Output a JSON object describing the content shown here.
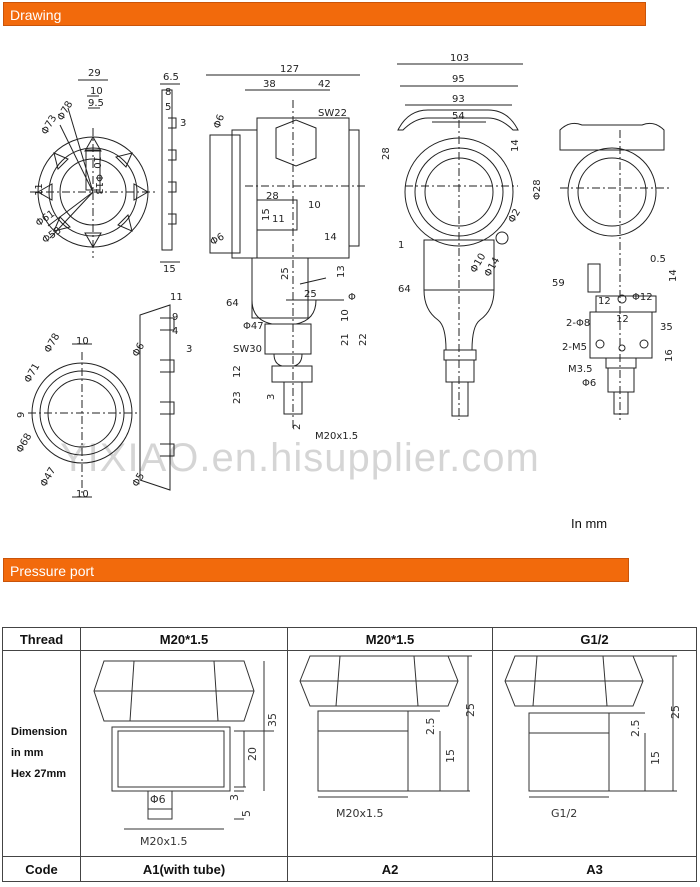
{
  "sections": {
    "drawing": "Drawing",
    "pressure_port": "Pressure port"
  },
  "drawing": {
    "unit_note": "In mm",
    "watermark": "YIXIAO.en.hisupplier.com",
    "front_face_dims": [
      "29",
      "10",
      "9.5",
      "Φ73",
      "Φ78",
      "10",
      "Φ13",
      "Φ61",
      "Φ53",
      "11"
    ],
    "side_dims": [
      "6.5",
      "8",
      "5",
      "3",
      "15"
    ],
    "body_dims": [
      "127",
      "38",
      "42",
      "SW22",
      "Φ6",
      "28",
      "11",
      "10",
      "15",
      "14",
      "25",
      "13",
      "25",
      "Φ",
      "64",
      "10",
      "Φ47",
      "21",
      "22",
      "SW30",
      "12",
      "23",
      "3",
      "2",
      "M20x1.5",
      "Φ6"
    ],
    "front_view_dims": [
      "103",
      "95",
      "93",
      "54",
      "28",
      "1",
      "64",
      "14",
      "Φ28",
      "Φ2",
      "Φ10",
      "Φ14"
    ],
    "bracket_dims": [
      "59",
      "0.5",
      "14",
      "12",
      "Φ12",
      "35",
      "2-Φ8",
      "12",
      "2-M5",
      "M3.5",
      "Φ6",
      "16"
    ],
    "lower_face_dims": [
      "10",
      "Φ78",
      "Φ71",
      "9",
      "Φ68",
      "Φ47",
      "10"
    ],
    "lower_side_dims": [
      "11",
      "9",
      "4",
      "3",
      "Φ6",
      "Φ5"
    ]
  },
  "table": {
    "headers": [
      "Thread",
      "M20*1.5",
      "M20*1.5",
      "G1/2"
    ],
    "dimension_label": [
      "Dimension",
      "in mm",
      "Hex 27mm"
    ],
    "codes": [
      "Code",
      "A1(with tube)",
      "A2",
      "A3"
    ],
    "a1_dims": [
      "20",
      "35",
      "3",
      "5",
      "Φ6",
      "M20x1.5"
    ],
    "a2_dims": [
      "25",
      "2.5",
      "15",
      "M20x1.5"
    ],
    "a3_dims": [
      "25",
      "2.5",
      "15",
      "G1/2"
    ]
  }
}
